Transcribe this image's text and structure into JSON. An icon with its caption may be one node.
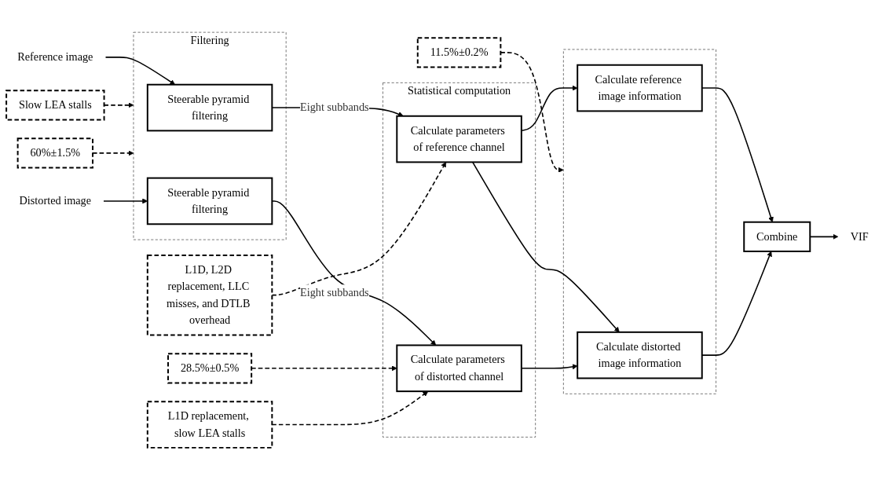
{
  "diagram": {
    "nodes": [
      {
        "text": [
          "Reference image"
        ]
      },
      {
        "text": [
          "Distorted image"
        ]
      },
      {
        "text": [
          "Filtering"
        ]
      },
      {
        "text": [
          "Steerable pyramid filtering"
        ],
        "in": 2
      },
      {
        "text": [
          "Steerable pyramid filtering"
        ],
        "in": 2
      },
      {
        "text": [
          "Statistical computation"
        ]
      },
      {
        "text": [
          "Calculate parameters of reference channel"
        ],
        "in": 5
      },
      {
        "text": [
          "Calculate parameters of distorted channel"
        ],
        "in": 5
      },
      {
        "text": [],
        "shape": "box"
      },
      {
        "text": [
          "Calculate reference image information"
        ],
        "in": 8
      },
      {
        "text": [
          "Calculate distorted image information"
        ],
        "in": 8
      },
      {
        "text": [
          "Combine"
        ]
      },
      {
        "text": [
          "VIF"
        ]
      },
      {
        "text": [
          "L1D, L2D replacement, LLC misses, and DTLB overhead"
        ]
      },
      {
        "text": [
          "11.5%±0.2%"
        ]
      },
      {
        "text": [
          "Slow LEA stalls"
        ]
      },
      {
        "text": [
          "60%±1.5%"
        ]
      },
      {
        "text": [
          "28.5%±0.5%"
        ]
      },
      {
        "text": [
          "L1D replacement, slow LEA stalls"
        ]
      }
    ],
    "edges": [
      {
        "from": 0,
        "to": 3,
        "arrow": "to"
      },
      {
        "from": 1,
        "to": 4,
        "arrow": "to"
      },
      {
        "from": 3,
        "to": 6,
        "arrow": "to",
        "label": "Eight subbands"
      },
      {
        "from": 4,
        "to": 7,
        "arrow": "to",
        "label": "Eight subbands"
      },
      {
        "from": 6,
        "to": 9,
        "arrow": "to"
      },
      {
        "from": 6,
        "to": 10,
        "arrow": "to"
      },
      {
        "from": 7,
        "to": 10,
        "arrow": "to"
      },
      {
        "from": 9,
        "to": 11,
        "arrow": "to"
      },
      {
        "from": 10,
        "to": 11,
        "arrow": "to"
      },
      {
        "from": 11,
        "to": 12,
        "arrow": "to"
      },
      {
        "from": 13,
        "to": 6,
        "arrow": "to",
        "style": "dashed"
      },
      {
        "from": 14,
        "to": 8,
        "arrow": "to",
        "style": "dashed"
      },
      {
        "from": 15,
        "to": 2,
        "arrow": "to",
        "style": "dashed"
      },
      {
        "from": 16,
        "to": 2,
        "arrow": "to",
        "style": "dashed"
      },
      {
        "from": 17,
        "to": 7,
        "arrow": "to",
        "style": "dashed"
      },
      {
        "from": 18,
        "to": 7,
        "arrow": "to",
        "style": "dashed"
      }
    ]
  }
}
